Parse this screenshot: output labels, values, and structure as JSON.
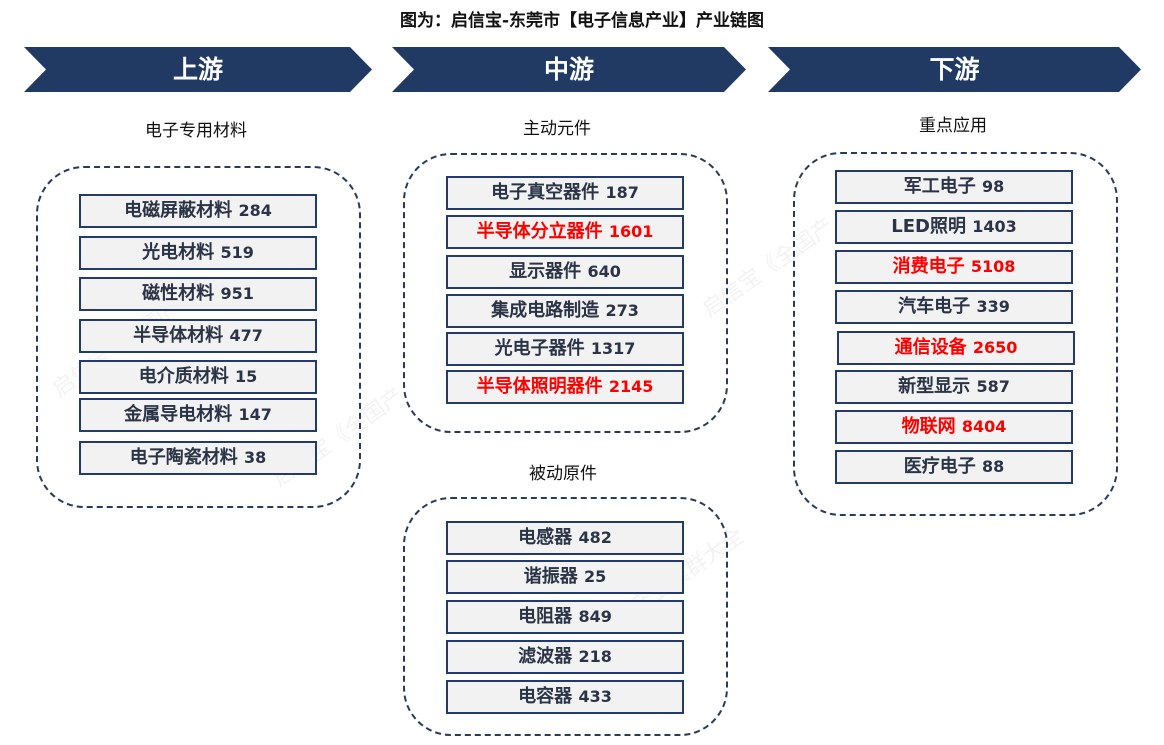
{
  "title": "图为：启信宝-东莞市【电子信息产业】产业链图",
  "watermark": "启信宝《全国产业集群大全》",
  "stages": [
    {
      "label": "上游"
    },
    {
      "label": "中游"
    },
    {
      "label": "下游"
    }
  ],
  "colors": {
    "chevron": "#213a63",
    "highlight": "#ff0000",
    "text": "#2b3447"
  },
  "upstream": {
    "header": "电子专用材料",
    "items": [
      {
        "name": "电磁屏蔽材料",
        "count": "284",
        "highlight": false
      },
      {
        "name": "光电材料",
        "count": "519",
        "highlight": false
      },
      {
        "name": "磁性材料",
        "count": "951",
        "highlight": false
      },
      {
        "name": "半导体材料",
        "count": "477",
        "highlight": false
      },
      {
        "name": "电介质材料",
        "count": "15",
        "highlight": false
      },
      {
        "name": "金属导电材料",
        "count": "147",
        "highlight": false
      },
      {
        "name": "电子陶瓷材料",
        "count": "38",
        "highlight": false
      }
    ]
  },
  "midstream_active": {
    "header": "主动元件",
    "items": [
      {
        "name": "电子真空器件",
        "count": "187",
        "highlight": false
      },
      {
        "name": "半导体分立器件",
        "count": "1601",
        "highlight": true
      },
      {
        "name": "显示器件",
        "count": "640",
        "highlight": false
      },
      {
        "name": "集成电路制造",
        "count": "273",
        "highlight": false
      },
      {
        "name": "光电子器件",
        "count": "1317",
        "highlight": false
      },
      {
        "name": "半导体照明器件",
        "count": "2145",
        "highlight": true
      }
    ]
  },
  "midstream_passive": {
    "header": "被动原件",
    "items": [
      {
        "name": "电感器",
        "count": "482",
        "highlight": false
      },
      {
        "name": "谐振器",
        "count": "25",
        "highlight": false
      },
      {
        "name": "电阻器",
        "count": "849",
        "highlight": false
      },
      {
        "name": "滤波器",
        "count": "218",
        "highlight": false
      },
      {
        "name": "电容器",
        "count": "433",
        "highlight": false
      }
    ]
  },
  "downstream": {
    "header": "重点应用",
    "items": [
      {
        "name": "军工电子",
        "count": "98",
        "highlight": false
      },
      {
        "name": "LED照明",
        "count": "1403",
        "highlight": false
      },
      {
        "name": "消费电子",
        "count": "5108",
        "highlight": true
      },
      {
        "name": "汽车电子",
        "count": "339",
        "highlight": false
      },
      {
        "name": "通信设备",
        "count": "2650",
        "highlight": true
      },
      {
        "name": "新型显示",
        "count": "587",
        "highlight": false
      },
      {
        "name": "物联网",
        "count": "8404",
        "highlight": true
      },
      {
        "name": "医疗电子",
        "count": "88",
        "highlight": false
      }
    ]
  }
}
